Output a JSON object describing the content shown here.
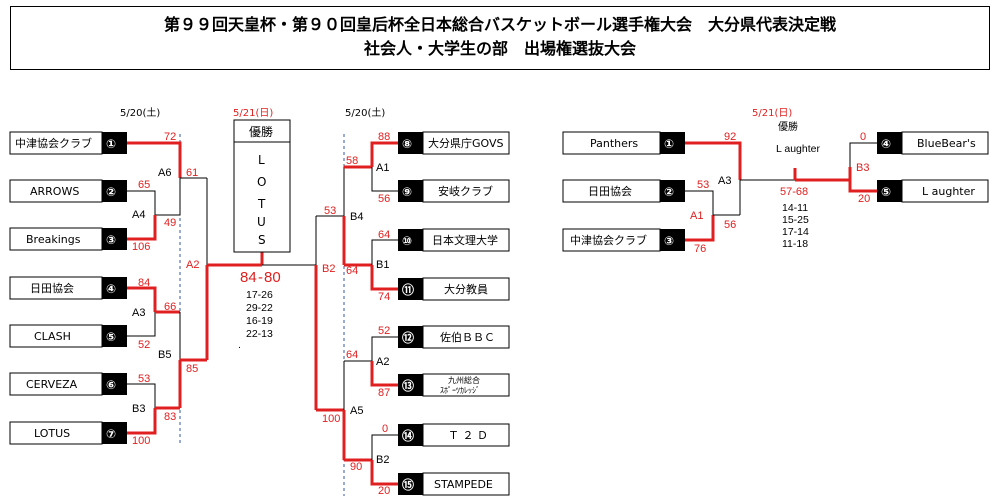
{
  "title": {
    "line1": "第９９回天皇杯・第９０回皇后杯全日本総合バスケットボール選手権大会　大分県代表決定戦",
    "line2": "社会人・大学生の部　出場権選抜大会"
  },
  "left_bracket": {
    "date_left": "5/20(土)",
    "date_right": "5/20(土)",
    "teams_left": [
      {
        "num": "①",
        "name": "中津協会クラブ"
      },
      {
        "num": "②",
        "name": "ARROWS"
      },
      {
        "num": "③",
        "name": "Breakings"
      },
      {
        "num": "④",
        "name": "日田協会"
      },
      {
        "num": "⑤",
        "name": "CLASH"
      },
      {
        "num": "⑥",
        "name": "CERVEZA"
      },
      {
        "num": "⑦",
        "name": "LOTUS"
      }
    ],
    "teams_right": [
      {
        "num": "⑧",
        "name": "大分県庁GOVS"
      },
      {
        "num": "⑨",
        "name": "安岐クラブ"
      },
      {
        "num": "⑩",
        "name": "日本文理大学"
      },
      {
        "num": "⑪",
        "name": "大分教員"
      },
      {
        "num": "⑫",
        "name": "佐伯ＢＢＣ"
      },
      {
        "num": "⑬",
        "name_line1": "九州総合",
        "name_line2": "ｽﾎﾟｰﾂｶﾚｯｼﾞ"
      },
      {
        "num": "⑭",
        "name": "Ｔ ２ Ｄ"
      },
      {
        "num": "⑮",
        "name": "STAMPEDE"
      }
    ],
    "match_labels": [
      "A6",
      "A4",
      "A3",
      "B5",
      "B3",
      "A2",
      "B4",
      "A1",
      "B1",
      "B2",
      "A2",
      "A5",
      "B2"
    ],
    "scores_left": [
      "72",
      "65",
      "106",
      "49",
      "61",
      "84",
      "52",
      "66",
      "53",
      "100",
      "83",
      "85"
    ],
    "scores_right": [
      "88",
      "56",
      "58",
      "64",
      "74",
      "53",
      "64",
      "52",
      "87",
      "64",
      "0",
      "20",
      "100",
      "90"
    ],
    "final": {
      "date": "5/21(日)",
      "champion_label": "優勝",
      "champion_letters": [
        "L",
        "O",
        "T",
        "U",
        "S"
      ],
      "score_a": "84",
      "score_sep": "-",
      "score_b": "80",
      "sets": [
        "17-26",
        "29-22",
        "16-19",
        "22-13"
      ],
      "dot": "."
    }
  },
  "right_bracket": {
    "date": "5/21(日)",
    "champion_label": "優勝",
    "champion_name": "L aughter",
    "teams_left": [
      {
        "num": "①",
        "name": "Panthers"
      },
      {
        "num": "②",
        "name": "日田協会"
      },
      {
        "num": "③",
        "name": "中津協会クラブ"
      }
    ],
    "teams_right": [
      {
        "num": "④",
        "name": "BlueBear's"
      },
      {
        "num": "⑤",
        "name": "L aughter"
      }
    ],
    "labels": [
      "A3",
      "A1",
      "B3"
    ],
    "scores": [
      "92",
      "53",
      "56",
      "76",
      "0",
      "20"
    ],
    "final_score": "57-68",
    "sets": [
      "14-11",
      "15-25",
      "17-14",
      "11-18"
    ]
  },
  "colors": {
    "win_line": "#e02020",
    "line": "#000000",
    "dashed": "#3355aa",
    "num_bg": "#000000"
  }
}
